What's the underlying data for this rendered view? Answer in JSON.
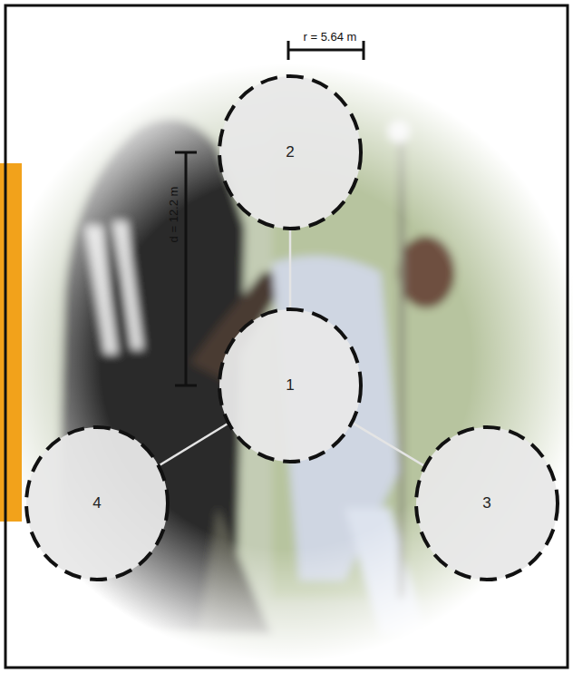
{
  "diagram": {
    "nodes": [
      {
        "text": [
          "2"
        ]
      },
      {
        "text": [
          "1"
        ]
      },
      {
        "text": [
          "4"
        ]
      },
      {
        "text": [
          "3"
        ]
      }
    ],
    "edges": [
      {
        "from": 1,
        "to": 0,
        "arrow": "none"
      },
      {
        "from": 1,
        "to": 3,
        "arrow": "none"
      },
      {
        "from": 1,
        "to": 2,
        "arrow": "none"
      }
    ],
    "labels": [
      "r = 5.64 m",
      "d = 12.2 m"
    ]
  }
}
